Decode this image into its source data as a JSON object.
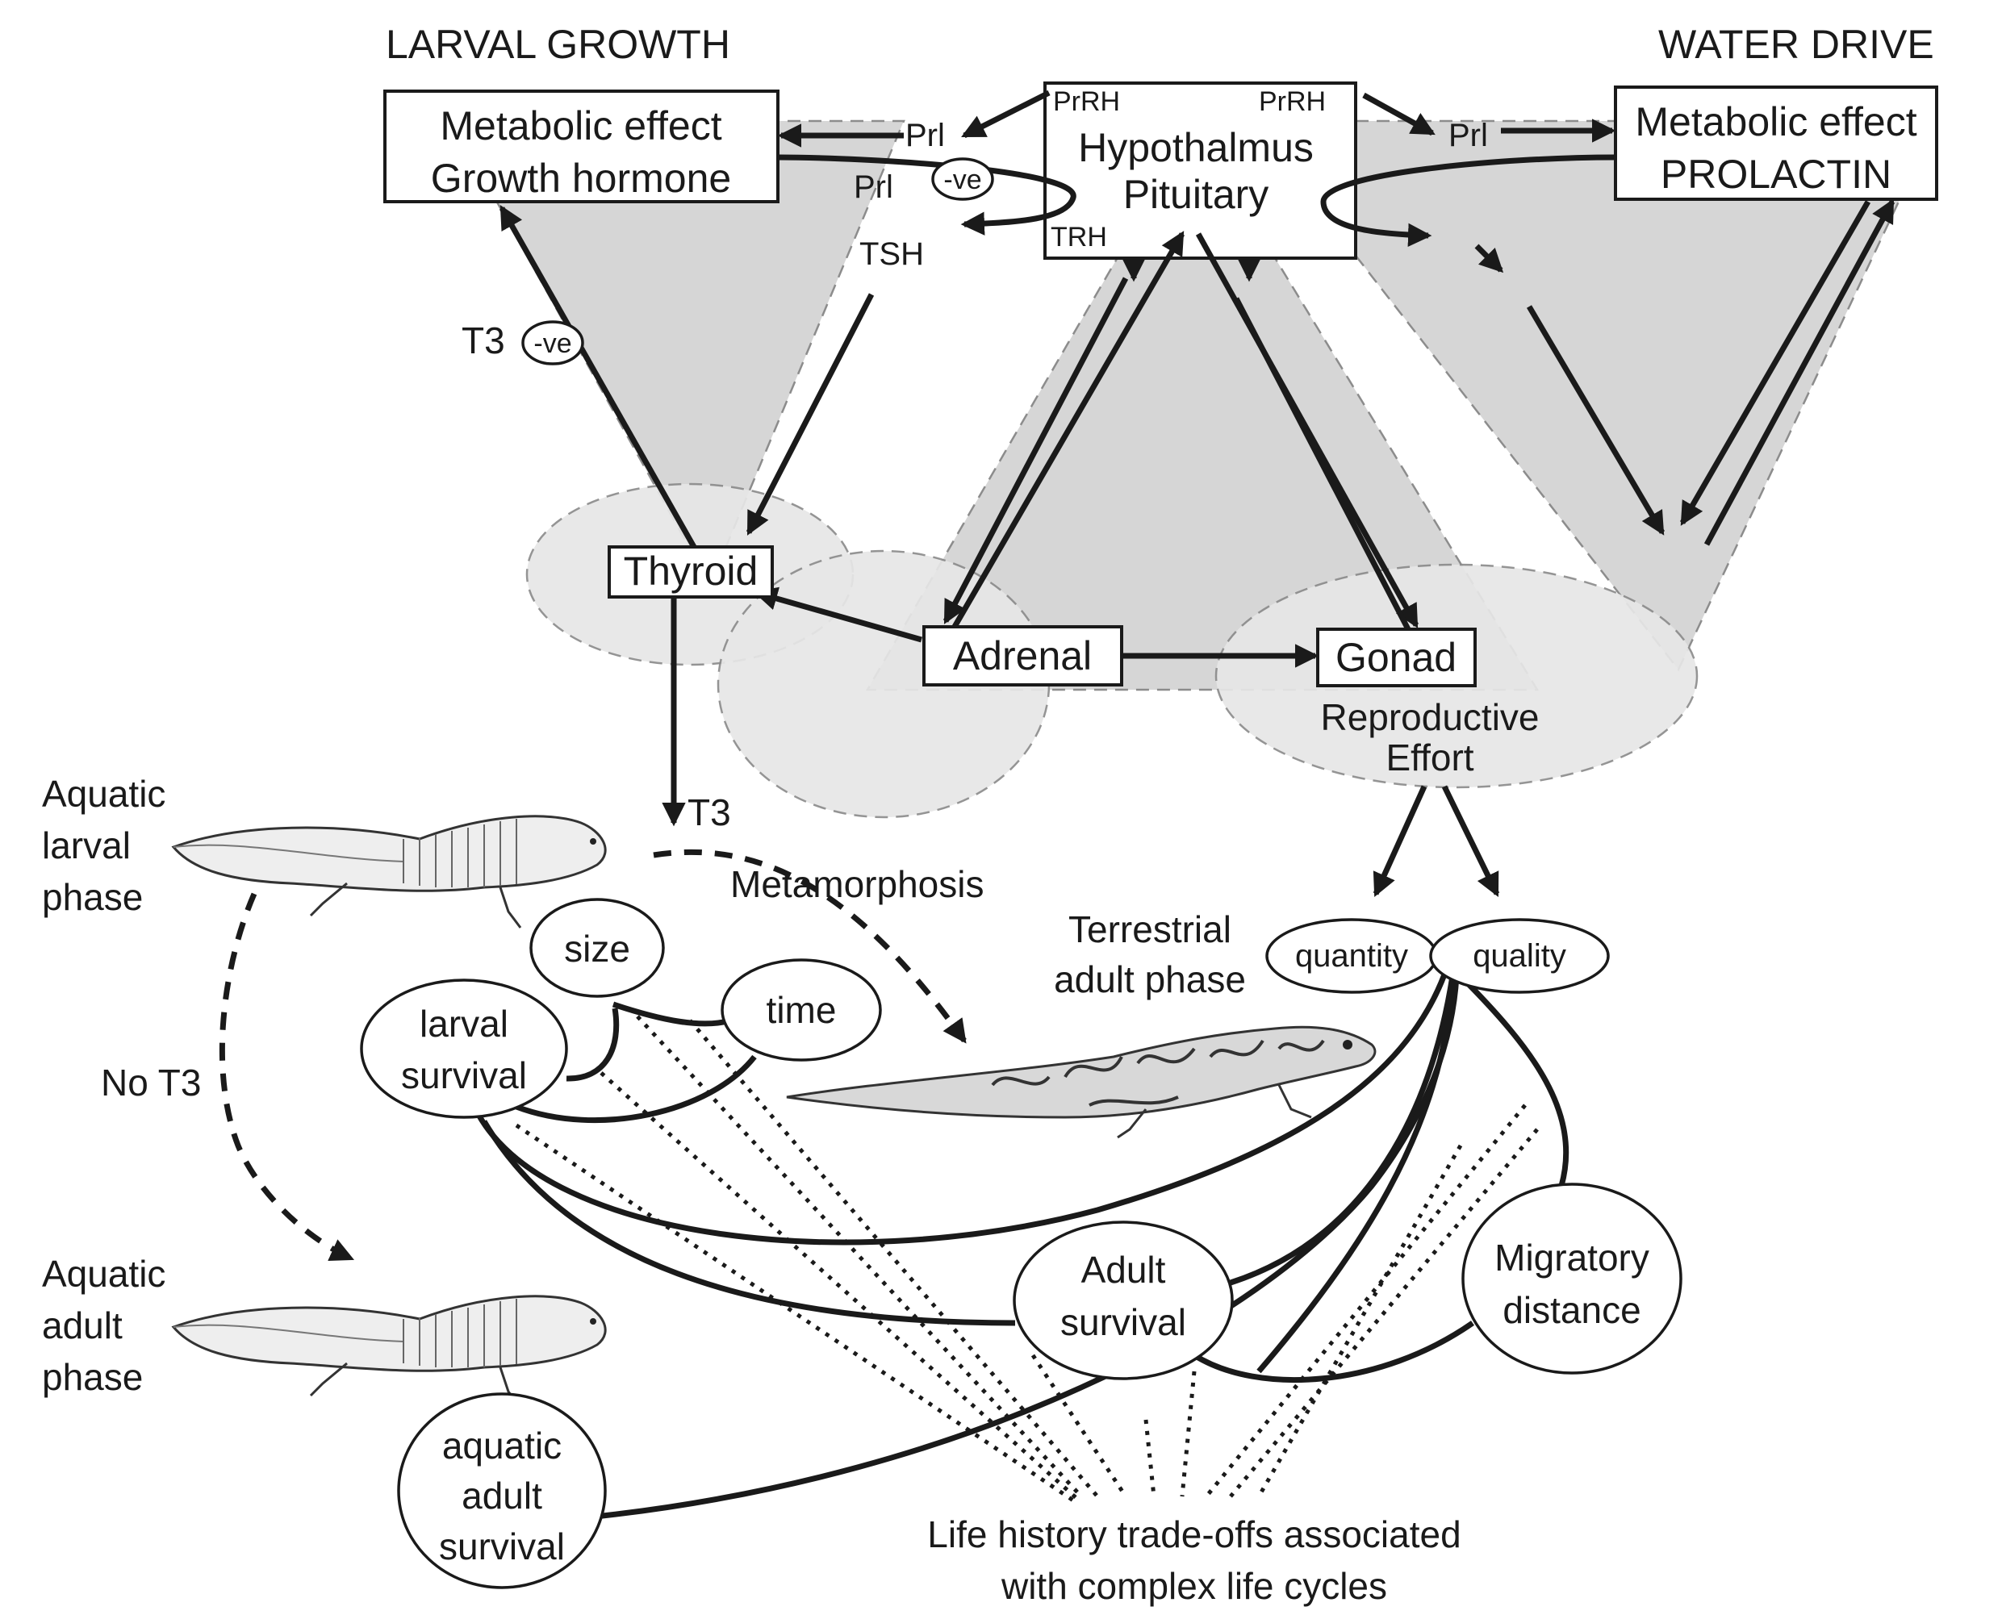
{
  "headings": {
    "larval_growth": "LARVAL GROWTH",
    "water_drive": "WATER DRIVE"
  },
  "boxes": {
    "growth_hormone": [
      "Metabolic effect",
      "Growth hormone"
    ],
    "prolactin": [
      "Metabolic effect",
      "PROLACTIN"
    ],
    "hypothalamus": [
      "Hypothalmus",
      "Pituitary"
    ],
    "thyroid": "Thyroid",
    "adrenal": "Adrenal",
    "gonad": "Gonad"
  },
  "hormones": {
    "prrh_left": "PrRH",
    "prrh_right": "PrRH",
    "prl_left_top": "Prl",
    "prl_left_mid": "Prl",
    "prl_right": "Prl",
    "trh": "TRH",
    "tsh": "TSH",
    "t3_upper": "T3",
    "t3_lower": "T3",
    "neg_top": "-ve",
    "neg_t3": "-ve"
  },
  "labels": {
    "reproductive_effort": [
      "Reproductive",
      "Effort"
    ],
    "aquatic_larval_phase": [
      "Aquatic",
      "larval",
      "phase"
    ],
    "aquatic_adult_phase": [
      "Aquatic",
      "adult",
      "phase"
    ],
    "terrestrial_adult_phase": [
      "Terrestrial",
      "adult phase"
    ],
    "metamorphosis": "Metamorphosis",
    "no_t3": "No T3"
  },
  "traits": {
    "size": "size",
    "time": "time",
    "larval_survival": [
      "larval",
      "survival"
    ],
    "quantity": "quantity",
    "quality": "quality",
    "adult_survival": [
      "Adult",
      "survival"
    ],
    "migratory_distance": [
      "Migratory",
      "distance"
    ],
    "aquatic_adult_survival": [
      "aquatic",
      "adult",
      "survival"
    ]
  },
  "caption": [
    "Life history trade-offs associated",
    "with complex life cycles"
  ],
  "colors": {
    "ink": "#1a1a1a",
    "shade_dark": "#d6d6d6",
    "shade_light": "#e7e7e7",
    "outline": "#8c8c8c"
  }
}
